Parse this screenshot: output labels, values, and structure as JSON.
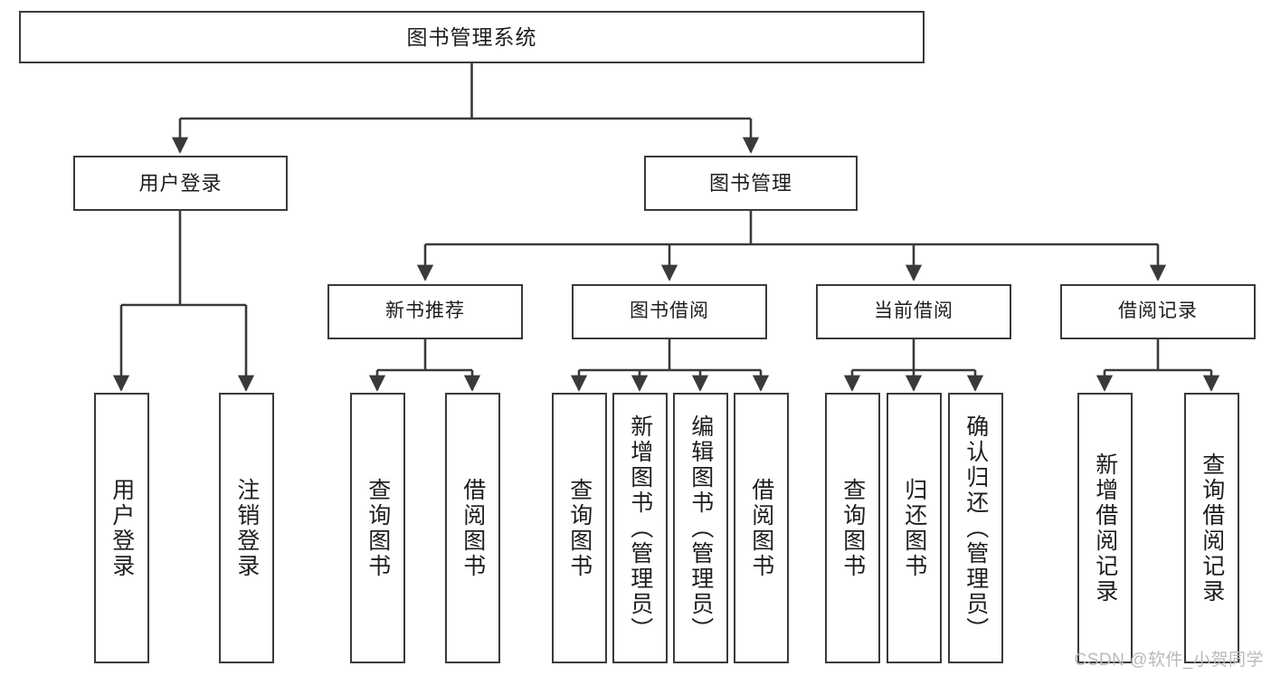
{
  "diagram": {
    "type": "tree",
    "title": "图书管理系统",
    "root": {
      "label": "图书管理系统"
    },
    "level2": [
      {
        "label": "用户登录"
      },
      {
        "label": "图书管理"
      }
    ],
    "level3": [
      {
        "label": "新书推荐"
      },
      {
        "label": "图书借阅"
      },
      {
        "label": "当前借阅"
      },
      {
        "label": "借阅记录"
      }
    ],
    "leaves": {
      "user_login": [
        {
          "label": "用户登录"
        },
        {
          "label": "注销登录"
        }
      ],
      "new_book_recommend": [
        {
          "label": "查询图书"
        },
        {
          "label": "借阅图书"
        }
      ],
      "book_borrow": [
        {
          "label": "查询图书"
        },
        {
          "label": "新增图书（管理员）"
        },
        {
          "label": "编辑图书（管理员）"
        },
        {
          "label": "借阅图书"
        }
      ],
      "current_borrow": [
        {
          "label": "查询图书"
        },
        {
          "label": "归还图书"
        },
        {
          "label": "确认归还（管理员）"
        }
      ],
      "borrow_record": [
        {
          "label": "新增借阅记录"
        },
        {
          "label": "查询借阅记录"
        }
      ]
    }
  },
  "watermark": {
    "text": "CSDN @软件_小贺同学"
  },
  "colors": {
    "box_border": "#3a3a3a",
    "box_fill": "#ffffff",
    "connector": "#3a3a3a",
    "text": "#1d1d1d",
    "watermark": "#b9b9b9"
  }
}
